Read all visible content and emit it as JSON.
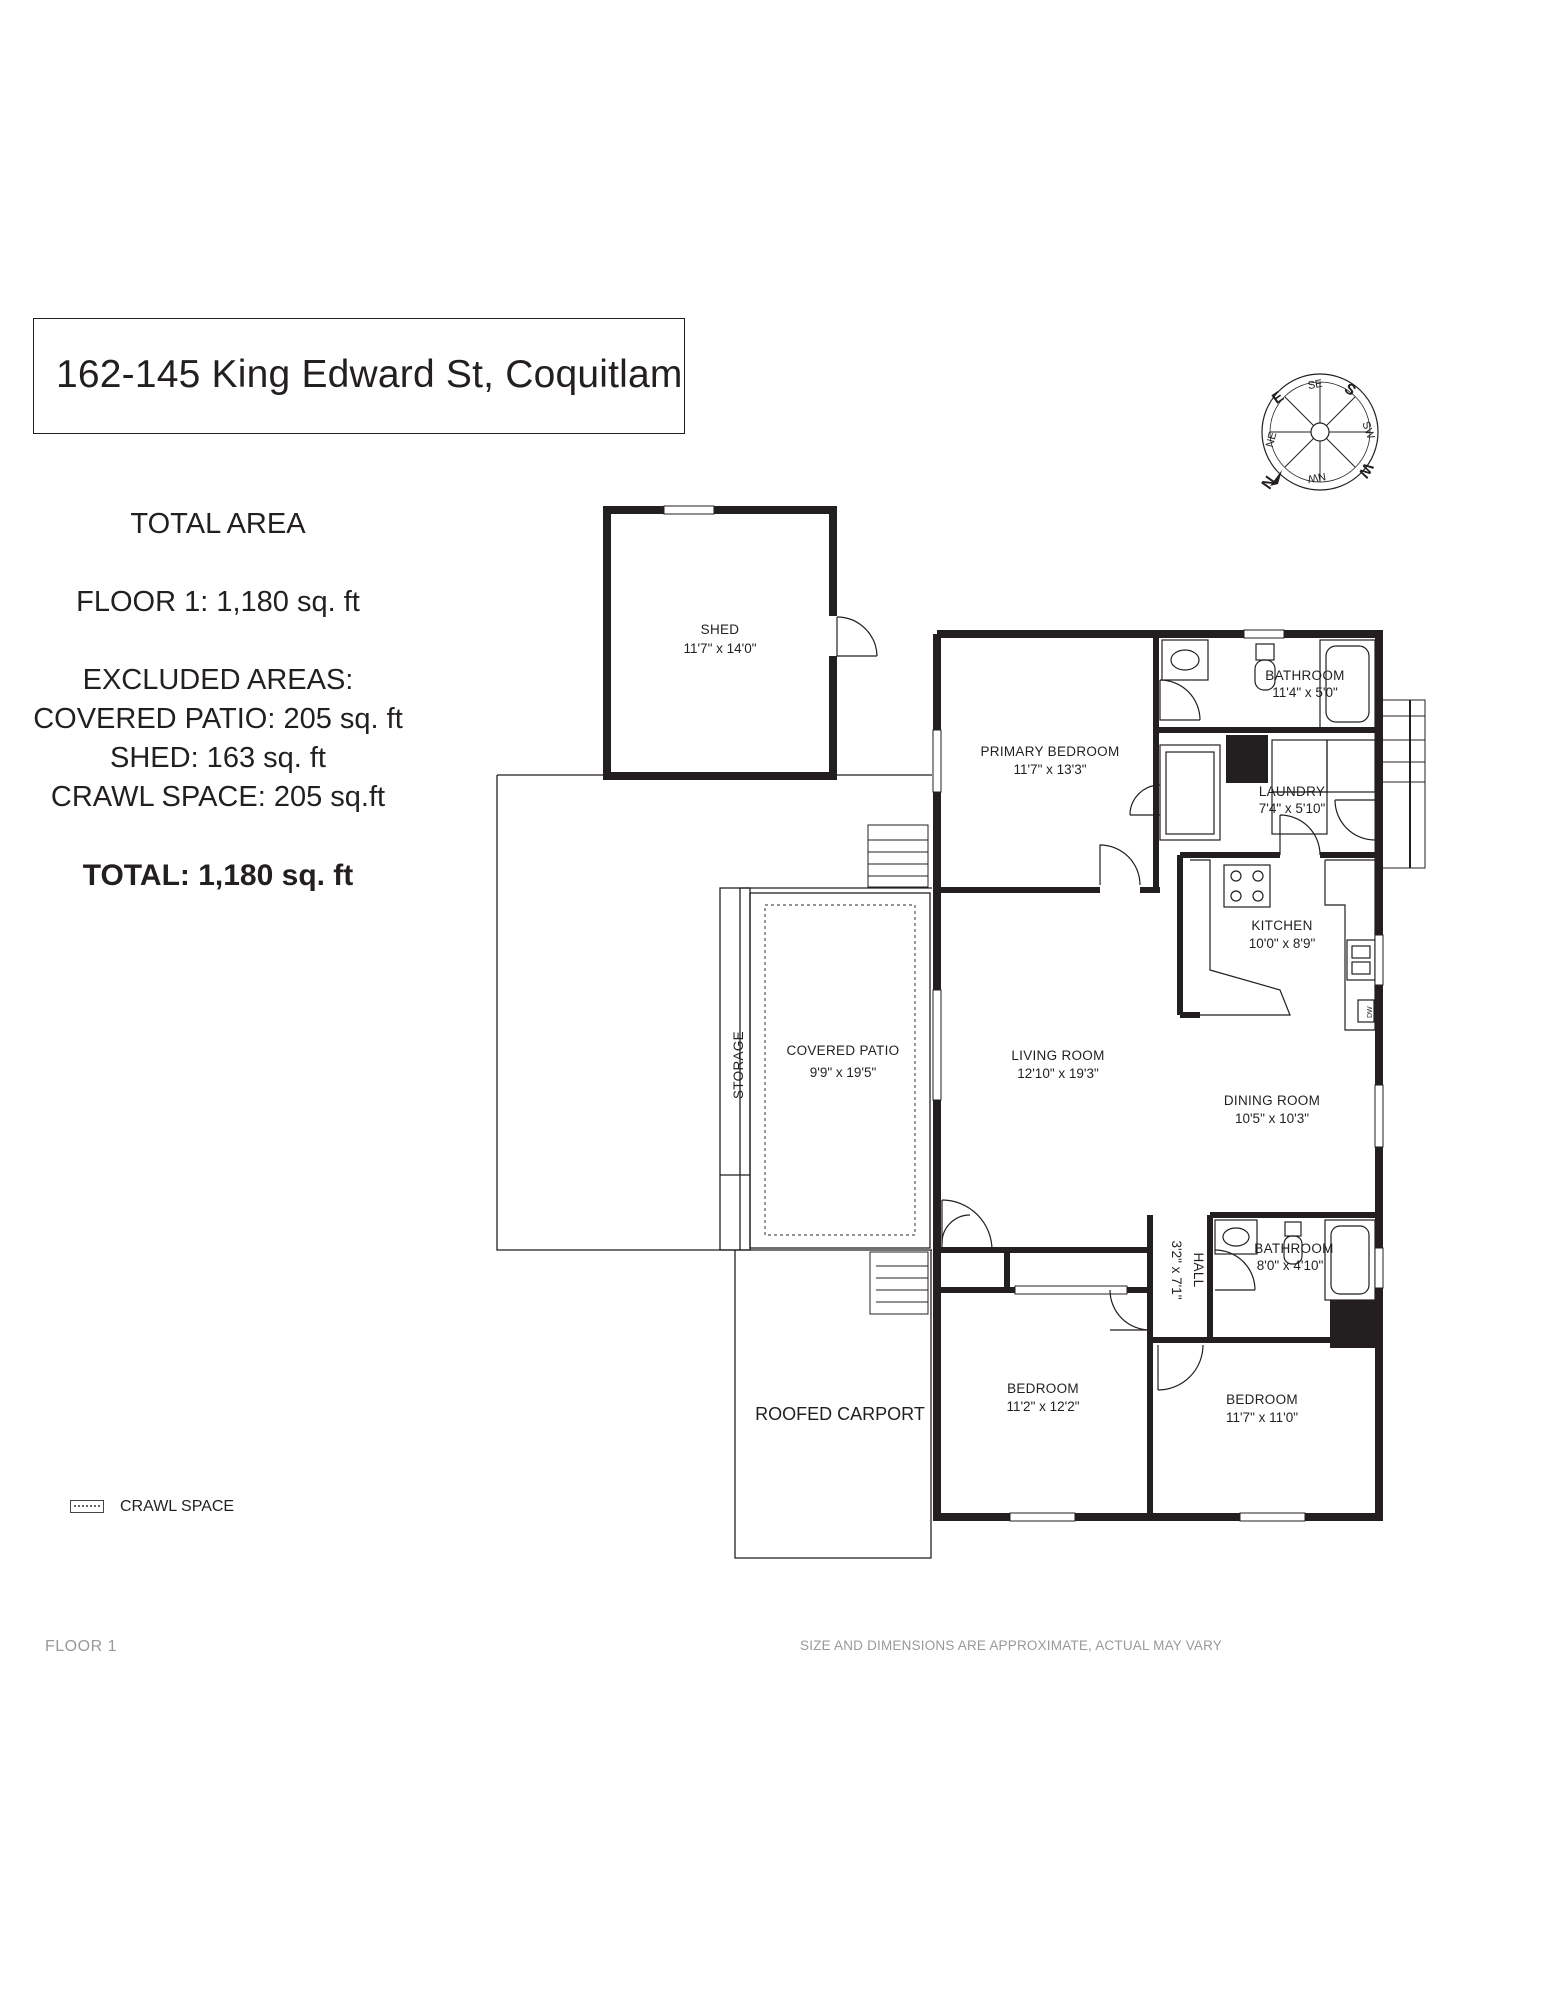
{
  "title": "162-145 King Edward St, Coquitlam",
  "summary": {
    "total_area_heading": "TOTAL AREA",
    "floor1": "FLOOR 1: 1,180 sq. ft",
    "excluded_heading": "EXCLUDED AREAS:",
    "covered_patio": "COVERED PATIO: 205 sq. ft",
    "shed": "SHED: 163 sq. ft",
    "crawl_space": "CRAWL SPACE: 205 sq.ft",
    "total": "TOTAL: 1,180 sq. ft"
  },
  "compass": {
    "labels": [
      "N",
      "NE",
      "E",
      "SE",
      "S",
      "SW",
      "W",
      "NW"
    ]
  },
  "rooms": {
    "shed": {
      "name": "SHED",
      "dims": "11'7\" x 14'0\""
    },
    "primary_bedroom": {
      "name": "PRIMARY BEDROOM",
      "dims": "11'7\" x 13'3\""
    },
    "bathroom_1": {
      "name": "BATHROOM",
      "dims": "11'4\" x 5'0\""
    },
    "laundry": {
      "name": "LAUNDRY",
      "dims": "7'4\" x 5'10\""
    },
    "kitchen": {
      "name": "KITCHEN",
      "dims": "10'0\" x 8'9\""
    },
    "living_room": {
      "name": "LIVING ROOM",
      "dims": "12'10\" x 19'3\""
    },
    "dining_room": {
      "name": "DINING ROOM",
      "dims": "10'5\" x 10'3\""
    },
    "covered_patio": {
      "name": "COVERED PATIO",
      "dims": "9'9\" x 19'5\""
    },
    "storage": {
      "name": "STORAGE"
    },
    "hall": {
      "name": "HALL",
      "dims": "3'2\" x 7'1\""
    },
    "bathroom_2": {
      "name": "BATHROOM",
      "dims": "8'0\" x 4'10\""
    },
    "bedroom_1": {
      "name": "BEDROOM",
      "dims": "11'2\" x 12'2\""
    },
    "bedroom_2": {
      "name": "BEDROOM",
      "dims": "11'7\" x 11'0\""
    },
    "roofed_carport": {
      "name": "ROOFED CARPORT"
    }
  },
  "fixture_labels": {
    "dishwasher": "DW"
  },
  "legend": {
    "crawl_space": "CRAWL SPACE"
  },
  "footer": {
    "floor_label": "FLOOR 1",
    "disclaimer": "SIZE AND DIMENSIONS ARE APPROXIMATE, ACTUAL MAY VARY"
  }
}
